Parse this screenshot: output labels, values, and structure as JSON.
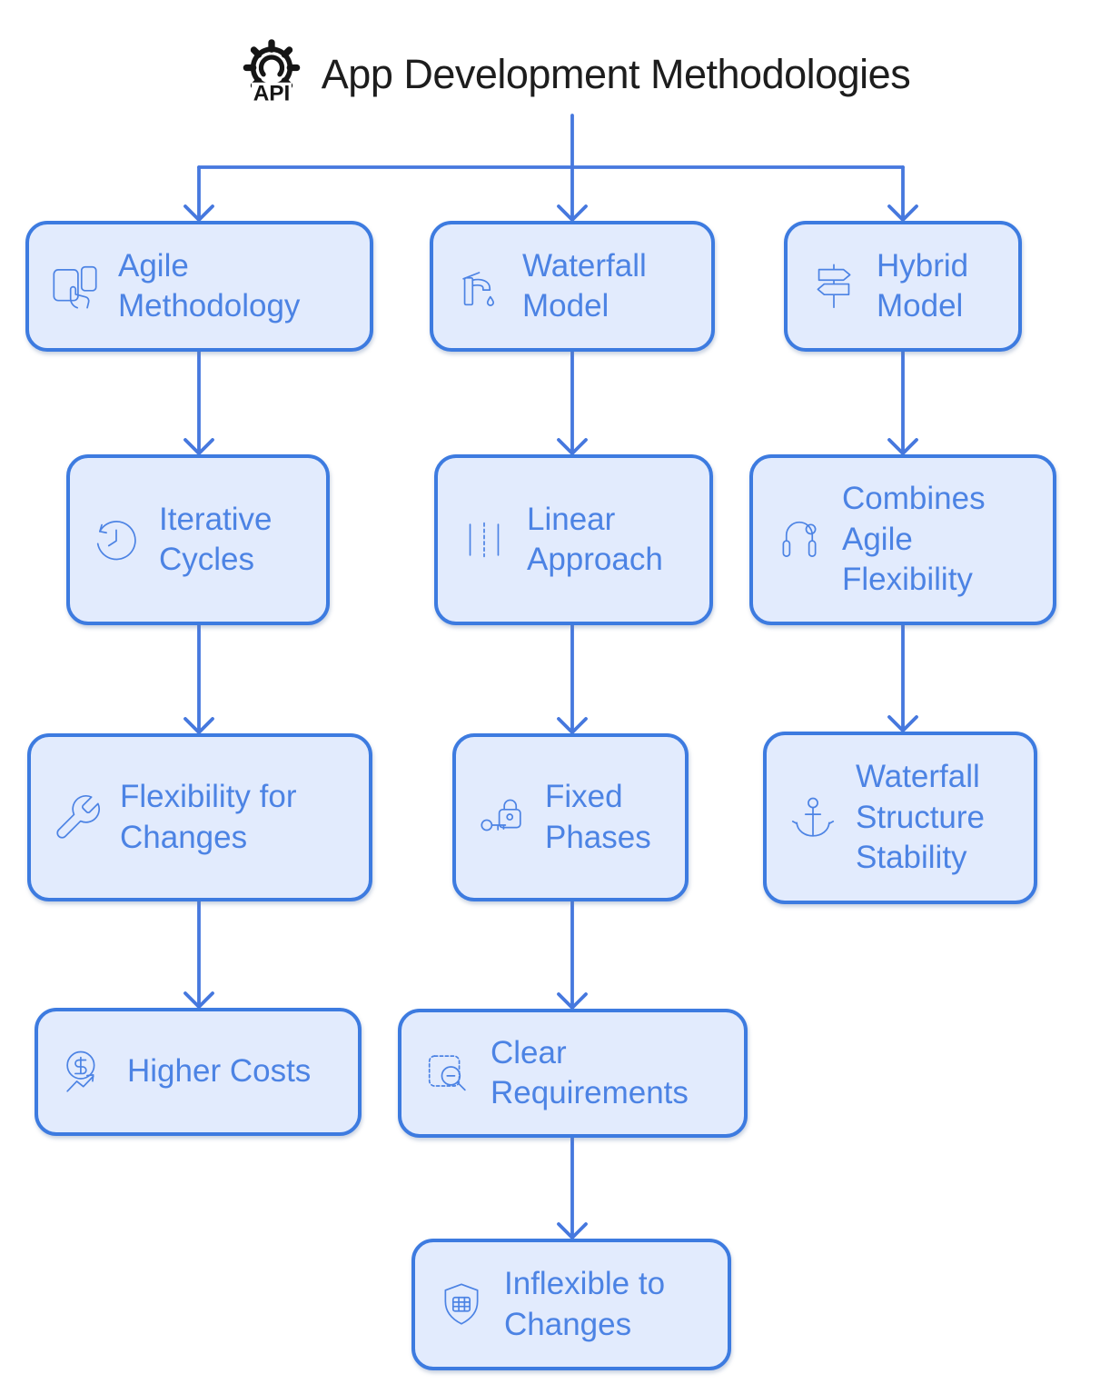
{
  "title": {
    "text": "App Development Methodologies",
    "icon": "gear-api-icon"
  },
  "colors": {
    "box_fill": "#E2EBFD",
    "box_border": "#3D7BE0",
    "box_text": "#4C83E4",
    "arrow": "#4678DE",
    "title_text": "#1D1D1D"
  },
  "nodes": {
    "agile": {
      "label": "Agile Methodology",
      "icon": "devices-hand-icon"
    },
    "waterfall": {
      "label": "Waterfall Model",
      "icon": "faucet-icon"
    },
    "hybrid": {
      "label": "Hybrid Model",
      "icon": "signpost-icon"
    },
    "iterative": {
      "label": "Iterative Cycles",
      "icon": "history-clock-icon"
    },
    "linear": {
      "label": "Linear Approach",
      "icon": "road-lanes-icon"
    },
    "combines": {
      "label": "Combines Agile Flexibility",
      "icon": "jump-rope-icon"
    },
    "flexibility": {
      "label": "Flexibility for Changes",
      "icon": "wrench-icon"
    },
    "fixed": {
      "label": "Fixed Phases",
      "icon": "lock-key-icon"
    },
    "stability": {
      "label": "Waterfall Structure Stability",
      "icon": "anchor-icon"
    },
    "costs": {
      "label": "Higher Costs",
      "icon": "dollar-trend-icon"
    },
    "requirements": {
      "label": "Clear Requirements",
      "icon": "search-area-icon"
    },
    "inflexible": {
      "label": "Inflexible to Changes",
      "icon": "shield-table-icon"
    }
  },
  "edges": [
    {
      "from": "App Development Methodologies",
      "to": "Agile Methodology"
    },
    {
      "from": "App Development Methodologies",
      "to": "Waterfall Model"
    },
    {
      "from": "App Development Methodologies",
      "to": "Hybrid Model"
    },
    {
      "from": "Agile Methodology",
      "to": "Iterative Cycles"
    },
    {
      "from": "Iterative Cycles",
      "to": "Flexibility for Changes"
    },
    {
      "from": "Flexibility for Changes",
      "to": "Higher Costs"
    },
    {
      "from": "Waterfall Model",
      "to": "Linear Approach"
    },
    {
      "from": "Linear Approach",
      "to": "Fixed Phases"
    },
    {
      "from": "Fixed Phases",
      "to": "Clear Requirements"
    },
    {
      "from": "Clear Requirements",
      "to": "Inflexible to Changes"
    },
    {
      "from": "Hybrid Model",
      "to": "Combines Agile Flexibility"
    },
    {
      "from": "Combines Agile Flexibility",
      "to": "Waterfall Structure Stability"
    }
  ]
}
